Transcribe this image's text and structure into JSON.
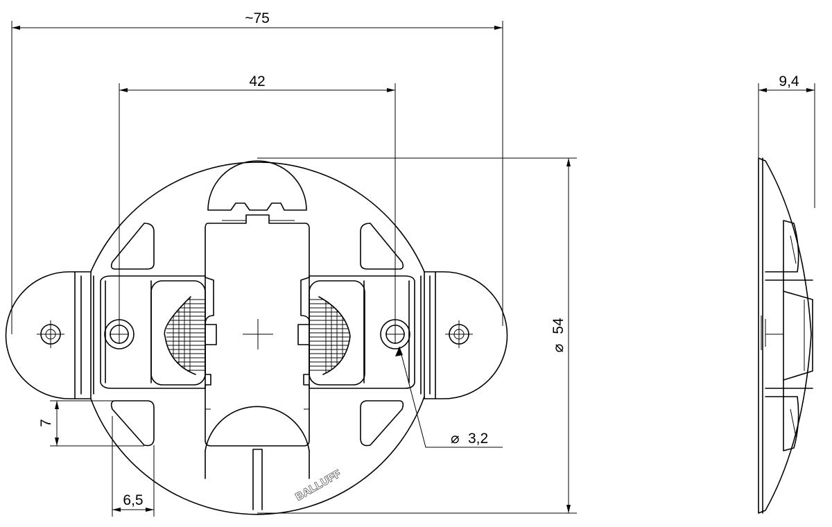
{
  "drawing": {
    "dimensions": {
      "overall_width": "~75",
      "hole_spacing": "42",
      "thickness": "9,4",
      "diameter": "54",
      "hole_diameter": "3,2",
      "offset_vertical": "7",
      "offset_horizontal": "6,5"
    },
    "diameter_symbol": "⌀",
    "brand": "BALLUFF"
  }
}
